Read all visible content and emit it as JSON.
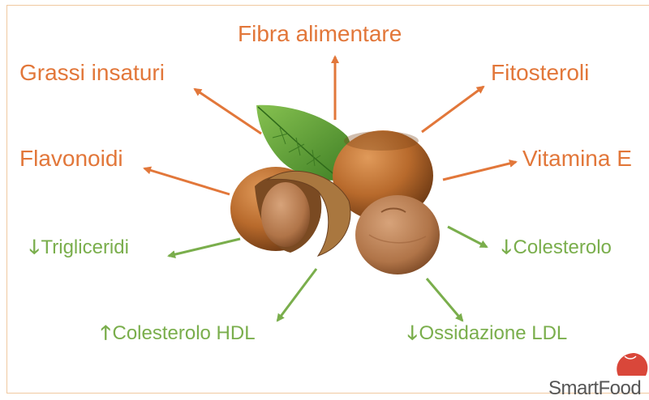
{
  "benefits": {
    "fibra": "Fibra alimentare",
    "grassi": "Grassi insaturi",
    "fitosteroli": "Fitosteroli",
    "flavonoidi": "Flavonoidi",
    "vitamina": "Vitamina E"
  },
  "effects": {
    "trigliceridi": {
      "direction": "down",
      "arrow": "🡓",
      "label": "Trigliceridi"
    },
    "colesterolo": {
      "direction": "down",
      "arrow": "🡓",
      "label": "Colesterolo"
    },
    "hdl": {
      "direction": "up",
      "arrow": "🡑",
      "label": "Colesterolo HDL"
    },
    "ldl": {
      "direction": "down",
      "arrow": "🡓",
      "label": "Ossidazione LDL"
    }
  },
  "logo": {
    "text": "SmartFood"
  },
  "colors": {
    "benefit_text": "#e2773a",
    "effect_text": "#7aae4c",
    "hazelnut": "#b86a2c",
    "leaf": "#5c9d34",
    "logo_red": "#d9473a"
  }
}
